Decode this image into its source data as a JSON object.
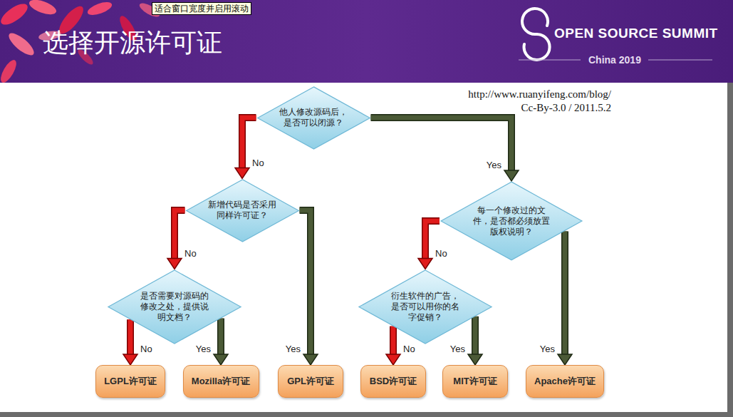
{
  "diagram": {
    "title": "选择开源许可证",
    "nodes": [
      {
        "text": [
          "他人修改源码后，是否可以闭源？"
        ]
      },
      {
        "text": [
          "新增代码是否采用同样许可证？"
        ]
      },
      {
        "text": [
          "每一个修改过的文件，是否都必须放置版权说明？"
        ]
      },
      {
        "text": [
          "是否需要对源码的修改之处，提供说明文档？"
        ]
      },
      {
        "text": [
          "衍生软件的广告，是否可以用你的名字促销？"
        ]
      },
      {
        "text": [
          "LGPL许可证"
        ]
      },
      {
        "text": [
          "Mozilla许可证"
        ]
      },
      {
        "text": [
          "GPL许可证"
        ]
      },
      {
        "text": [
          "BSD许可证"
        ]
      },
      {
        "text": [
          "MIT许可证"
        ]
      },
      {
        "text": [
          "Apache许可证"
        ]
      }
    ],
    "edges": [
      {
        "from": 0,
        "to": 1,
        "arrow": "to",
        "label": "No"
      },
      {
        "from": 0,
        "to": 2,
        "arrow": "to",
        "label": "Yes"
      },
      {
        "from": 1,
        "to": 3,
        "arrow": "to",
        "label": "No"
      },
      {
        "from": 1,
        "to": 7,
        "arrow": "to",
        "label": "Yes"
      },
      {
        "from": 3,
        "to": 5,
        "arrow": "to",
        "label": "No"
      },
      {
        "from": 3,
        "to": 6,
        "arrow": "to",
        "label": "Yes"
      },
      {
        "from": 2,
        "to": 4,
        "arrow": "to",
        "label": "No"
      },
      {
        "from": 2,
        "to": 10,
        "arrow": "to",
        "label": "Yes"
      },
      {
        "from": 4,
        "to": 8,
        "arrow": "to",
        "label": "No"
      },
      {
        "from": 4,
        "to": 9,
        "arrow": "to",
        "label": "Yes"
      }
    ],
    "labels": [
      "适合窗口宽度并启用滚动",
      "OPEN SOURCE SUMMIT",
      "China 2019",
      "http://www.ruanyifeng.com/blog/",
      "Cc-By-3.0 / 2011.5.2"
    ]
  }
}
